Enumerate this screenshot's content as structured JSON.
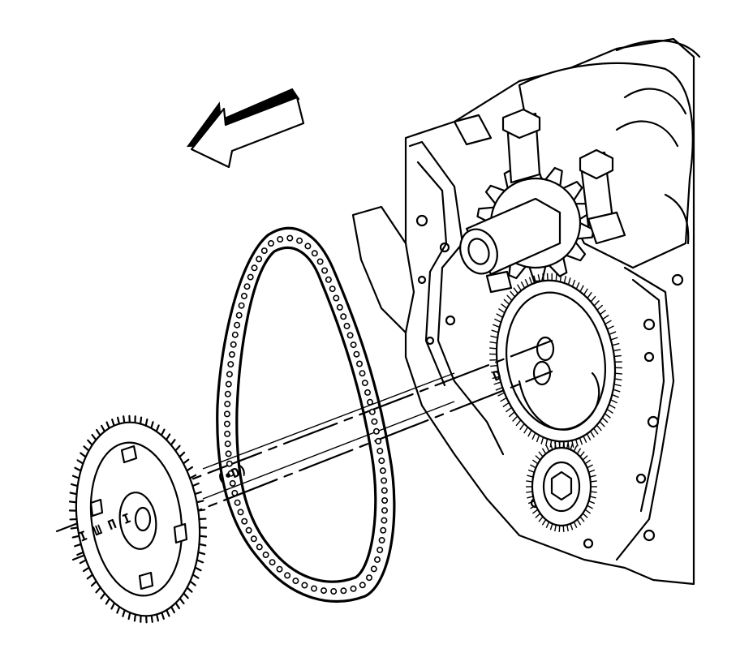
{
  "diagram": {
    "marks": {
      "chain_mark": "(•D)",
      "crank_mark": "D",
      "cam_sprocket_marks": "I Ш Π I"
    },
    "chain_links": 84,
    "cam_sprocket_teeth": 72
  }
}
